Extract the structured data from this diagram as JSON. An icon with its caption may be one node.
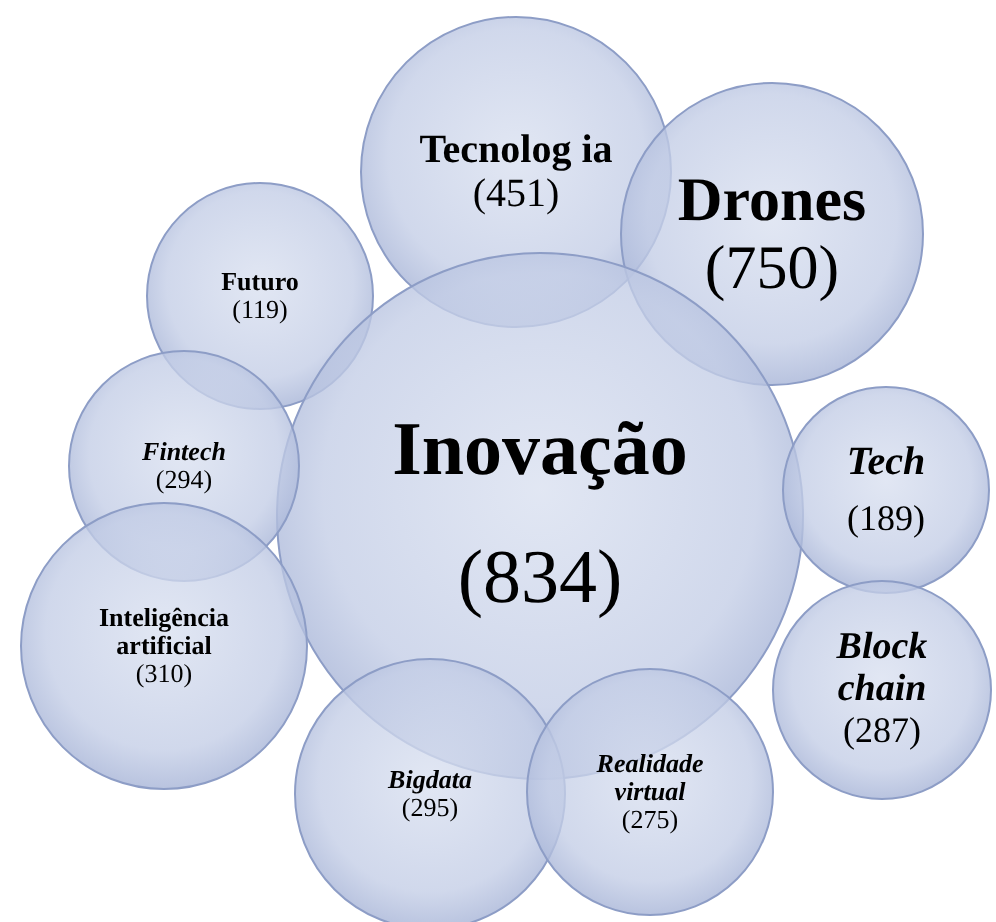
{
  "diagram": {
    "nodes": [
      {
        "text": [
          "**Tecnolog ia** (451)"
        ]
      },
      {
        "text": [
          "Drones",
          "(750)"
        ]
      },
      {
        "text": [
          "Futuro",
          "(119)"
        ]
      },
      {
        "text": [
          "Inovação",
          "(834)"
        ]
      },
      {
        "text": [
          "Fintech",
          "(294)"
        ]
      },
      {
        "text": [
          "Tech",
          "(189)"
        ]
      },
      {
        "text": [
          "Inteligência artificial",
          "(310)"
        ]
      },
      {
        "text": [
          "Block chain",
          "(287)"
        ]
      },
      {
        "text": [
          "Bigdata",
          "(295)"
        ]
      },
      {
        "text": [
          "Realidade virtual",
          "(275)"
        ]
      }
    ]
  }
}
